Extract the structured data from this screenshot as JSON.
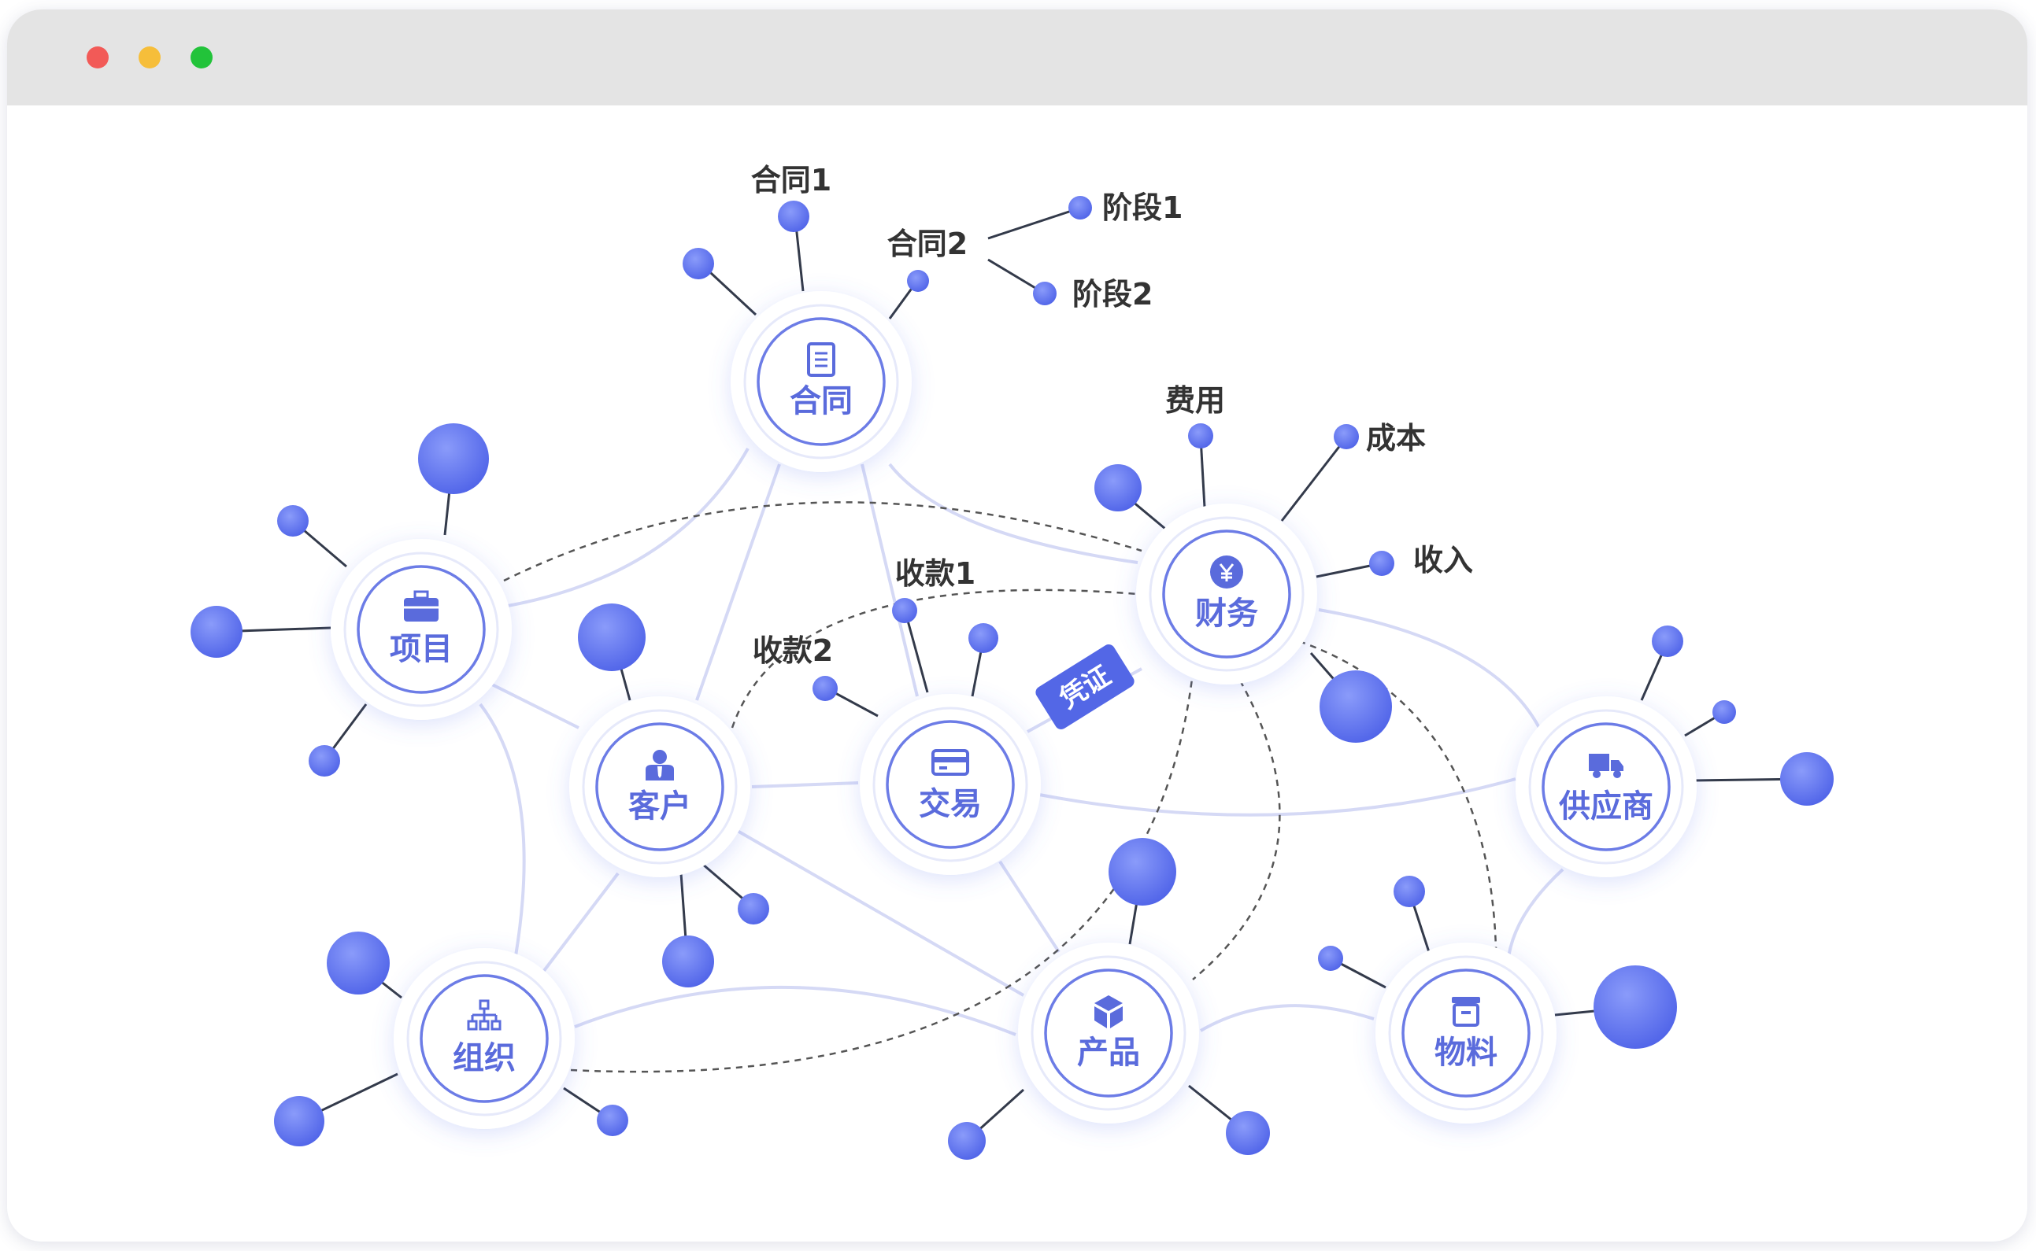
{
  "window": {
    "controls": [
      {
        "name": "close",
        "color": "#f25a57"
      },
      {
        "name": "minimize",
        "color": "#f6be3a"
      },
      {
        "name": "maximize",
        "color": "#22c33a"
      }
    ]
  },
  "colors": {
    "node_text": "#5a6bdc",
    "edge": "#d5d9f5",
    "dashed": "#555555",
    "leaf": "#6478ee",
    "badge": "#5367e6"
  },
  "nodes": [
    {
      "id": "hetong",
      "label": "合同",
      "icon": "document-icon"
    },
    {
      "id": "xiangmu",
      "label": "项目",
      "icon": "briefcase-icon"
    },
    {
      "id": "caiwu",
      "label": "财务",
      "icon": "yen-icon"
    },
    {
      "id": "kehu",
      "label": "客户",
      "icon": "user-icon"
    },
    {
      "id": "jiaoyi",
      "label": "交易",
      "icon": "card-icon"
    },
    {
      "id": "gongyingshang",
      "label": "供应商",
      "icon": "truck-icon"
    },
    {
      "id": "zuzhi",
      "label": "组织",
      "icon": "org-chart-icon"
    },
    {
      "id": "chanpin",
      "label": "产品",
      "icon": "cube-icon"
    },
    {
      "id": "wuliao",
      "label": "物料",
      "icon": "box-icon"
    }
  ],
  "leaf_labels": {
    "hetong1": "合同1",
    "hetong2": "合同2",
    "jieduan1": "阶段1",
    "jieduan2": "阶段2",
    "feiyong": "费用",
    "chengben": "成本",
    "shouru": "收入",
    "shoukuan1": "收款1",
    "shoukuan2": "收款2"
  },
  "badge": {
    "label": "凭证"
  }
}
